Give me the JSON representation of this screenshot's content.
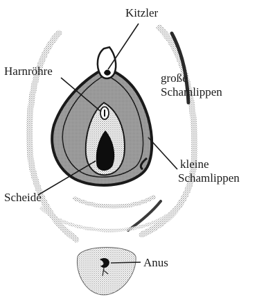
{
  "labels": {
    "clitoris": "Kitzler",
    "urethra": "Harnröhre",
    "labia_majora_line1": "große",
    "labia_majora_line2": "Schamlippen",
    "labia_minora_line1": "kleine",
    "labia_minora_line2": "Schamlippen",
    "vagina": "Scheide",
    "anus": "Anus"
  },
  "colors": {
    "ink": "#1a1a1a",
    "stipple": "#8a8a8a",
    "background": "#ffffff"
  }
}
